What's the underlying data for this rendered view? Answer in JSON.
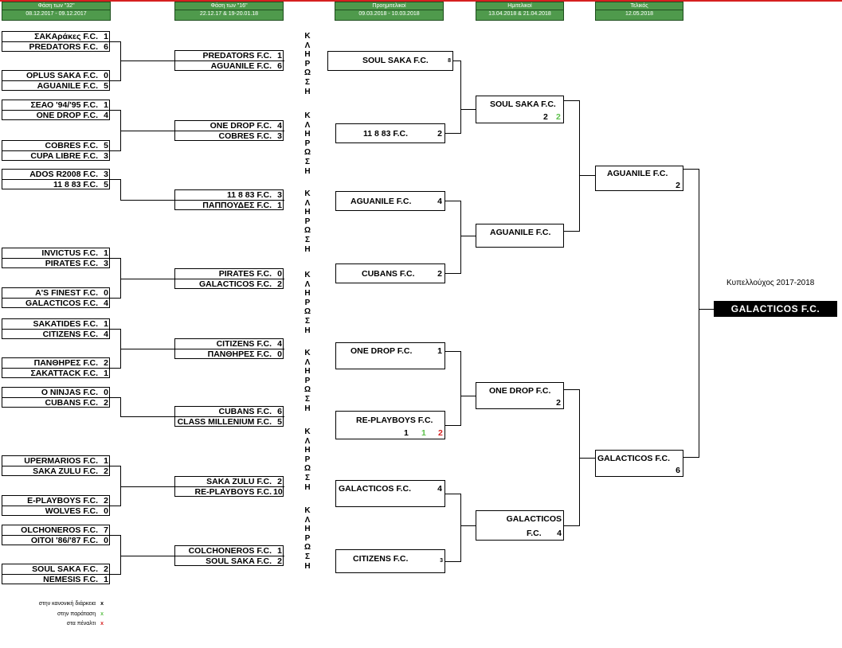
{
  "colors": {
    "header_bg": "#4f9a4c",
    "green_score": "#5cc04a",
    "red_score": "#d62020",
    "champion_bg": "#000000"
  },
  "headers": [
    {
      "title": "Φάση των \"32\"",
      "dates": "08.12.2017 - 09.12.2017"
    },
    {
      "title": "Φάση των \"16\"",
      "dates": "22.12.17 & 19-20.01.18"
    },
    {
      "title": "Προημιτελικοί",
      "dates": "09.03.2018 - 10.03.2018"
    },
    {
      "title": "Ημιτελικοί",
      "dates": "13.04.2018 & 21.04.2018"
    },
    {
      "title": "Τελικός",
      "dates": "12.05.2018"
    }
  ],
  "r32": [
    [
      {
        "name": "ΣΑΚΑράκες F.C.",
        "score": "1"
      },
      {
        "name": "PREDATORS F.C.",
        "score": "6"
      }
    ],
    [
      {
        "name": "OPLUS SAKA F.C.",
        "score": "0"
      },
      {
        "name": "AGUANILE F.C.",
        "score": "5"
      }
    ],
    [
      {
        "name": "ΣΕΑΟ '94/'95 F.C.",
        "score": "1"
      },
      {
        "name": "ONE DROP F.C.",
        "score": "4"
      }
    ],
    [
      {
        "name": "COBRES F.C.",
        "score": "5"
      },
      {
        "name": "CUPA LIBRE F.C.",
        "score": "3"
      }
    ],
    [
      {
        "name": "ADOS R2008 F.C.",
        "score": "3"
      },
      {
        "name": "11 8 83 F.C.",
        "score": "5"
      }
    ],
    [
      {
        "name": "INVICTUS F.C.",
        "score": "1"
      },
      {
        "name": "PIRATES F.C.",
        "score": "3"
      }
    ],
    [
      {
        "name": "A'S FINEST F.C.",
        "score": "0"
      },
      {
        "name": "GALACTICOS F.C.",
        "score": "4"
      }
    ],
    [
      {
        "name": "SAKATIDES F.C.",
        "score": "1"
      },
      {
        "name": "CITIZENS F.C.",
        "score": "4"
      }
    ],
    [
      {
        "name": "ΠΑΝΘΗΡΕΣ F.C.",
        "score": "2"
      },
      {
        "name": "ΣΑΚΑΤΤΑCK F.C.",
        "score": "1"
      }
    ],
    [
      {
        "name": "O NINJAS F.C.",
        "score": "0"
      },
      {
        "name": "CUBANS F.C.",
        "score": "2"
      }
    ],
    [
      {
        "name": "UPERMARIOS F.C.",
        "score": "1"
      },
      {
        "name": "SAKA ZULU F.C.",
        "score": "2"
      }
    ],
    [
      {
        "name": "E-PLAYBOYS F.C.",
        "score": "2"
      },
      {
        "name": "WOLVES F.C.",
        "score": "0"
      }
    ],
    [
      {
        "name": "OLCHONEROS F.C.",
        "score": "7"
      },
      {
        "name": "ΟΙΤΟΙ '86/'87 F.C.",
        "score": "0"
      }
    ],
    [
      {
        "name": "SOUL SAKA F.C.",
        "score": "2"
      },
      {
        "name": "NEMESIS F.C.",
        "score": "1"
      }
    ]
  ],
  "r16": [
    [
      {
        "name": "PREDATORS F.C.",
        "score": "1"
      },
      {
        "name": "AGUANILE F.C.",
        "score": "6"
      }
    ],
    [
      {
        "name": "ONE DROP F.C.",
        "score": "4"
      },
      {
        "name": "COBRES F.C.",
        "score": "3"
      }
    ],
    [
      {
        "name": "11 8 83 F.C.",
        "score": "3"
      },
      {
        "name": "ΠΑΠΠΟΥΔΕΣ F.C.",
        "score": "1"
      }
    ],
    [
      {
        "name": "PIRATES F.C.",
        "score": "0"
      },
      {
        "name": "GALACTICOS F.C.",
        "score": "2"
      }
    ],
    [
      {
        "name": "CITIZENS F.C.",
        "score": "4"
      },
      {
        "name": "ΠΑΝΘΗΡΕΣ F.C.",
        "score": "0"
      }
    ],
    [
      {
        "name": "CUBANS F.C.",
        "score": "6"
      },
      {
        "name": "CLASS MILLENIUM F.C.",
        "score": "5"
      }
    ],
    [
      {
        "name": "SAKA ZULU F.C.",
        "score": "2"
      },
      {
        "name": "RE-PLAYBOYS F.C.",
        "score": "10"
      }
    ],
    [
      {
        "name": "COLCHONEROS F.C.",
        "score": "1"
      },
      {
        "name": "SOUL SAKA F.C.",
        "score": "2"
      }
    ]
  ],
  "draw_letters": [
    "Κ",
    "Λ",
    "Η",
    "Ρ",
    "Ω",
    "Σ",
    "Η"
  ],
  "qf": [
    {
      "name": "SOUL SAKA F.C.",
      "score": "8"
    },
    {
      "name": "11 8 83 F.C.",
      "score": "2"
    },
    {
      "name": "AGUANILE F.C.",
      "score": "4"
    },
    {
      "name": "CUBANS F.C.",
      "score": "2"
    },
    {
      "name": "ONE DROP F.C.",
      "score": "1"
    },
    {
      "name": "RE-PLAYBOYS F.C.",
      "score1": "1",
      "score2": "1",
      "score3": "2"
    },
    {
      "name": "GALACTICOS F.C.",
      "score": "4"
    },
    {
      "name": "CITIZENS F.C.",
      "score": "3"
    }
  ],
  "sf": [
    {
      "name": "SOUL SAKA F.C.",
      "score1": "2",
      "score2": "2"
    },
    {
      "name": "AGUANILE F.C.",
      "score": ""
    },
    {
      "name": "ONE DROP F.C.",
      "score": "2"
    },
    {
      "name": "GALACTICOS",
      "name2": "F.C.",
      "score": "4"
    }
  ],
  "final": [
    {
      "name": "AGUANILE F.C.",
      "score": "2"
    },
    {
      "name": "GALACTICOS F.C.",
      "score": "6"
    }
  ],
  "champion": {
    "label": "Κυπελλούχος 2017-2018",
    "name": "GALACTICOS F.C."
  },
  "legend": [
    {
      "text": "στην κανονική διάρκεια",
      "mark": "x",
      "color": "#000000"
    },
    {
      "text": "στην παράταση",
      "mark": "x",
      "color": "#5cc04a"
    },
    {
      "text": "στα πέναλτι",
      "mark": "x",
      "color": "#d62020"
    }
  ]
}
